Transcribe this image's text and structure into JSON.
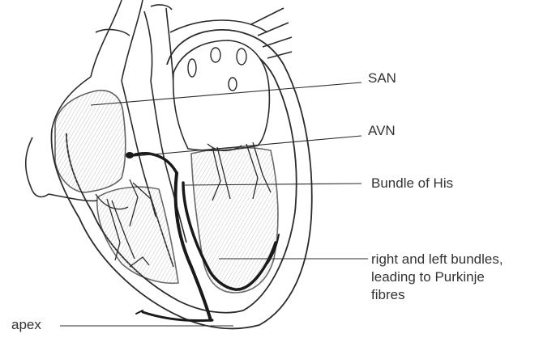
{
  "labels": {
    "san": "SAN",
    "avn": "AVN",
    "bundle_of_his": "Bundle of His",
    "bundles": "right and left bundles,\nleading to Purkinje\nfibres",
    "apex": "apex"
  },
  "colors": {
    "outline": "#2b2b2b",
    "shading": "#cfcfcf",
    "conduction": "#1a1a1a",
    "text": "#333333"
  }
}
